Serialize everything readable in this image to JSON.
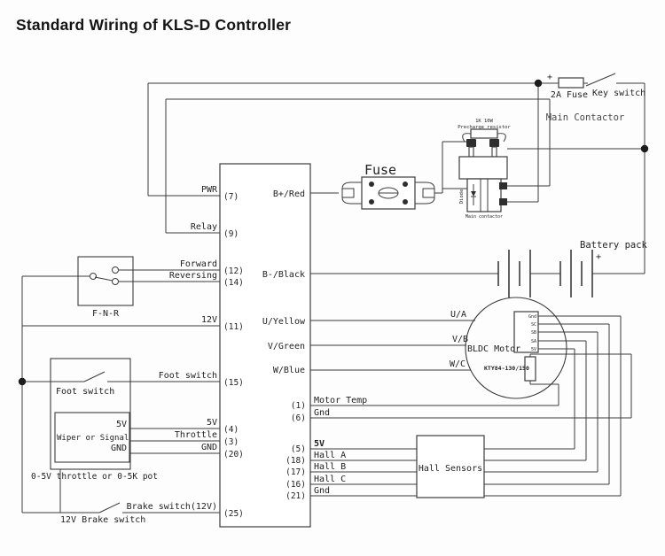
{
  "title": "Standard Wiring of KLS-D Controller",
  "controller": {
    "left_pins": [
      {
        "label": "PWR",
        "pin": "(7)"
      },
      {
        "label": "Relay",
        "pin": "(9)"
      },
      {
        "label": "Forward",
        "pin": "(12)"
      },
      {
        "label": "Reversing",
        "pin": "(14)"
      },
      {
        "label": "12V",
        "pin": "(11)"
      },
      {
        "label": "Foot switch",
        "pin": "(15)"
      },
      {
        "label": "5V",
        "pin": "(4)"
      },
      {
        "label": "Throttle",
        "pin": "(3)"
      },
      {
        "label": "GND",
        "pin": "(20)"
      },
      {
        "label": "Brake switch(12V)",
        "pin": "(25)"
      }
    ],
    "terminals": [
      "B+/Red",
      "B-/Black",
      "U/Yellow",
      "V/Green",
      "W/Blue"
    ],
    "right_pins": [
      {
        "pin": "(1)",
        "label": "Motor Temp"
      },
      {
        "pin": "(6)",
        "label": "Gnd"
      },
      {
        "pin": "(5)",
        "label": "5V"
      },
      {
        "pin": "(18)",
        "label": "Hall A"
      },
      {
        "pin": "(17)",
        "label": "Hall B"
      },
      {
        "pin": "(16)",
        "label": "Hall C"
      },
      {
        "pin": "(21)",
        "label": "Gnd"
      }
    ]
  },
  "components": {
    "fuse": "Fuse",
    "fuse_2a": "2A Fuse",
    "key_switch": "Key switch",
    "main_contactor": "Main Contactor",
    "precharge_line1": "1K 10W",
    "precharge_line2": "Precharge resistor",
    "diode": "Diode",
    "contactor_caption": "Main contactor",
    "battery": "Battery pack",
    "plus": "+",
    "motor": "BLDC Motor",
    "temp_sensor": "KTY84-130/150",
    "hall_box": "Hall Sensors",
    "fnr": "F-N-R",
    "foot_switch": "Foot switch",
    "wiper": "Wiper or Signal",
    "wiper_5v": "5V",
    "wiper_gnd": "GND",
    "pot_note": "0-5V throttle or 0-5K pot",
    "brake_bottom": "12V Brake switch",
    "phase_u": "U/A",
    "phase_v": "V/B",
    "phase_w": "W/C",
    "motor_pins": [
      "Gnd",
      "SC",
      "SB",
      "SA",
      "5V"
    ]
  }
}
